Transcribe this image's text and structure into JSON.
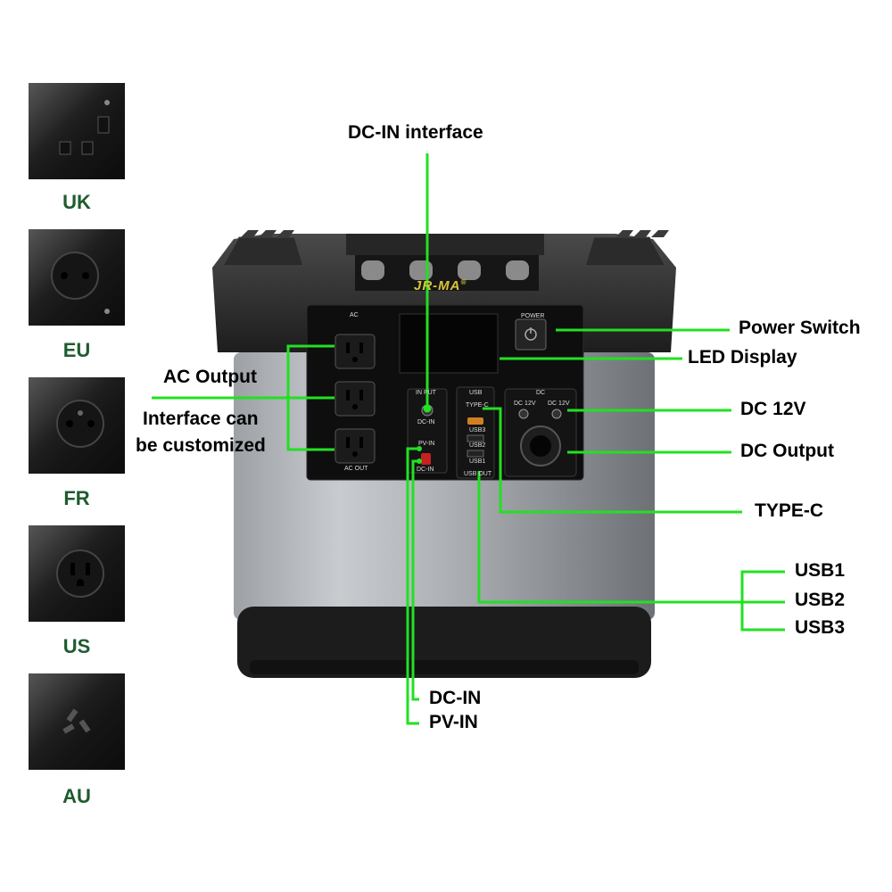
{
  "plug_types": [
    {
      "label": "UK",
      "icon": "uk-socket-icon"
    },
    {
      "label": "EU",
      "icon": "eu-socket-icon"
    },
    {
      "label": "FR",
      "icon": "fr-socket-icon"
    },
    {
      "label": "US",
      "icon": "us-socket-icon"
    },
    {
      "label": "AU",
      "icon": "au-socket-icon"
    }
  ],
  "callouts": {
    "dc_in_interface": "DC-IN interface",
    "ac_output": "AC Output",
    "interface_line1": "Interface can",
    "interface_line2": "be customized",
    "power_switch": "Power Switch",
    "led_display": "LED Display",
    "dc_12v": "DC 12V",
    "dc_output": "DC Output",
    "type_c": "TYPE-C",
    "usb1": "USB1",
    "usb2": "USB2",
    "usb3": "USB3",
    "dc_in": "DC-IN",
    "pv_in": "PV-IN"
  },
  "device": {
    "brand": "JR-MA",
    "trademark": "®",
    "panel_labels": {
      "ac": "AC",
      "ac_out": "AC OUT",
      "power": "POWER",
      "in_put": "IN PUT",
      "dc_in_top": "DC-IN",
      "pv_in": "PV-IN",
      "dc_in_bottom": "DC-IN",
      "usb_header": "USB",
      "type_c": "TYPE-C",
      "usb3": "USB3",
      "usb2": "USB2",
      "usb1": "USB1",
      "usb_out": "USB OUT",
      "dc_header": "DC",
      "dc12v_left": "DC 12V",
      "dc12v_right": "DC 12V"
    }
  },
  "colors": {
    "callout_line": "#22e022",
    "plug_label": "#1f5b2e"
  }
}
